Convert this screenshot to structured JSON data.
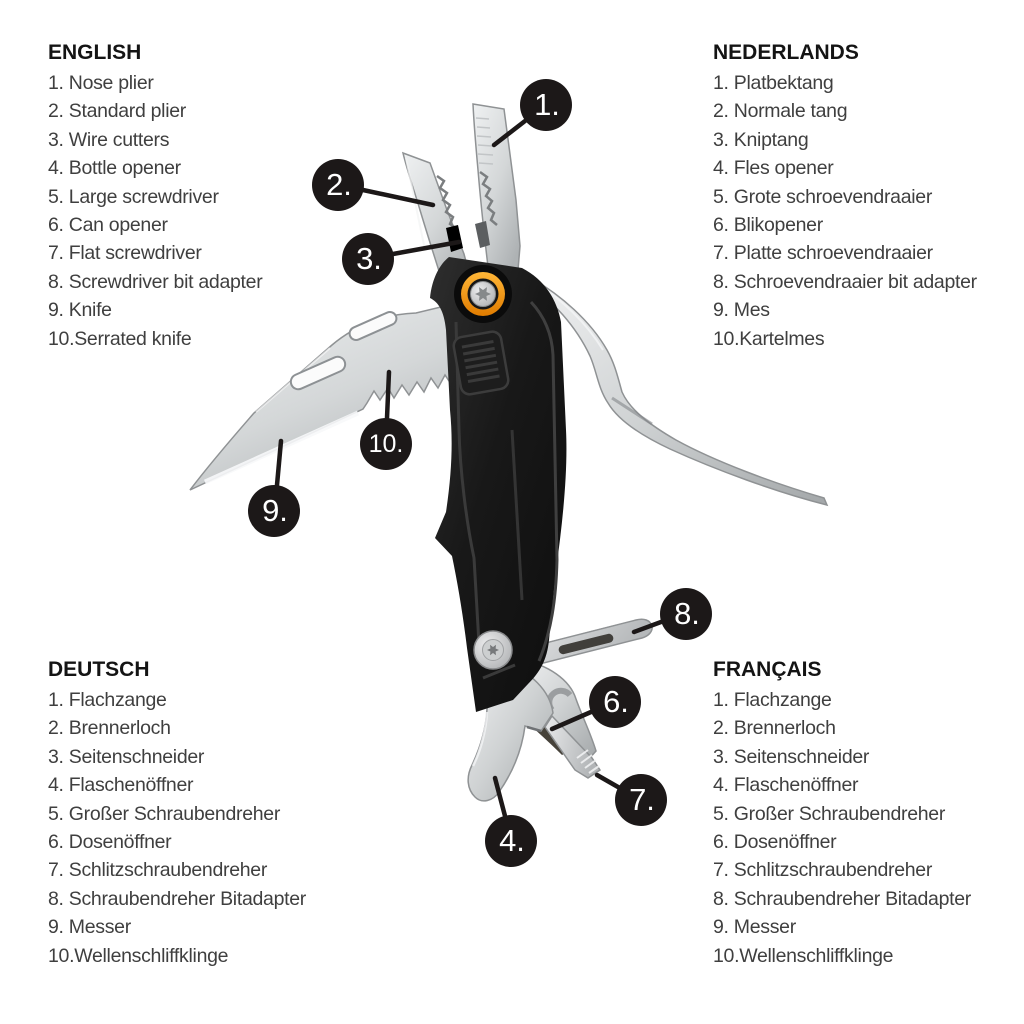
{
  "colors": {
    "background": "#ffffff",
    "accent_orange": "#f7a01b",
    "callout_bg": "#1c1818",
    "callout_text": "#ffffff",
    "heading_text": "#141414",
    "body_text": "#3f3f3f",
    "handle_black": "#1b1b1b",
    "metal_gray": "#c3c6c8"
  },
  "lists": {
    "english": {
      "heading": "ENGLISH",
      "items": [
        "1. Nose plier",
        "2. Standard plier",
        "3. Wire cutters",
        "4. Bottle opener",
        "5. Large screwdriver",
        "6. Can opener",
        "7. Flat screwdriver",
        "8. Screwdriver bit adapter",
        "9. Knife",
        "10.Serrated knife"
      ]
    },
    "nederlands": {
      "heading": "NEDERLANDS",
      "items": [
        "1. Platbektang",
        "2. Normale tang",
        "3. Kniptang",
        "4. Fles opener",
        "5. Grote schroevendraaier",
        "6. Blikopener",
        "7. Platte schroevendraaier",
        "8. Schroevendraaier bit adapter",
        "9. Mes",
        "10.Kartelmes"
      ]
    },
    "deutsch": {
      "heading": "DEUTSCH",
      "items": [
        "1. Flachzange",
        "2. Brennerloch",
        "3. Seitenschneider",
        "4. Flaschenöffner",
        "5. Großer Schraubendreher",
        "6. Dosenöffner",
        "7. Schlitzschraubendreher",
        "8. Schraubendreher Bitadapter",
        "9. Messer",
        "10.Wellenschliffklinge"
      ]
    },
    "francais": {
      "heading": "FRANÇAIS",
      "items": [
        "1. Flachzange",
        "2. Brennerloch",
        "3. Seitenschneider",
        "4. Flaschenöffner",
        "5. Großer Schraubendreher",
        "6. Dosenöffner",
        "7. Schlitzschraubendreher",
        "8. Schraubendreher Bitadapter",
        "9. Messer",
        "10.Wellenschliffklinge"
      ]
    }
  },
  "callouts": {
    "c1": "1.",
    "c2": "2.",
    "c3": "3.",
    "c4": "4.",
    "c6": "6.",
    "c7": "7.",
    "c8": "8.",
    "c9": "9.",
    "c10": "10."
  }
}
